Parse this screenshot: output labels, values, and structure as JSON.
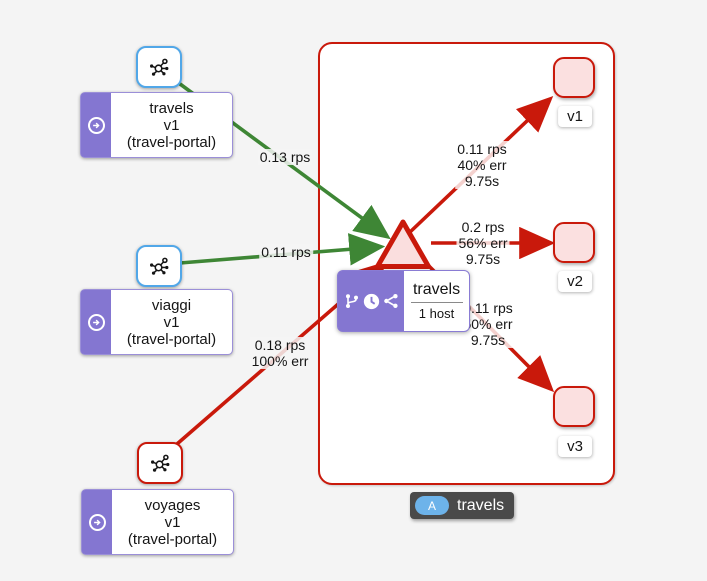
{
  "colors": {
    "background": "#f4f4f4",
    "healthy_edge_green": "#3e8635",
    "error_edge_red": "#c9190b",
    "error_node_fill_pink": "#fbe0e0",
    "app_purple": "#8476d1",
    "workload_border_blue": "#51a7e8",
    "badge_blue": "#6db3ea"
  },
  "apps": [
    {
      "name": "travels",
      "version": "v1",
      "namespace": "(travel-portal)"
    },
    {
      "name": "viaggi",
      "version": "v1",
      "namespace": "(travel-portal)"
    },
    {
      "name": "voyages",
      "version": "v1",
      "namespace": "(travel-portal)"
    }
  ],
  "service": {
    "name": "travels",
    "hosts": "1 host"
  },
  "workload_versions": [
    {
      "label": "v1"
    },
    {
      "label": "v2"
    },
    {
      "label": "v3"
    }
  ],
  "edges": [
    {
      "lines": [
        "0.13 rps"
      ]
    },
    {
      "lines": [
        "0.11 rps"
      ]
    },
    {
      "lines": [
        "0.18 rps",
        "100% err"
      ]
    },
    {
      "lines": [
        "0.11 rps",
        "40% err",
        "9.75s"
      ]
    },
    {
      "lines": [
        "0.2 rps",
        "56% err",
        "9.75s"
      ]
    },
    {
      "lines": [
        "0.11 rps",
        "50% err",
        "9.75s"
      ]
    }
  ],
  "app_box_badge": {
    "letter": "A",
    "label": "travels"
  },
  "icons": {
    "workload_entry": "molecule-icon",
    "app_strip": "arrow-circle-right-icon",
    "service_badges": [
      "code-branch-icon",
      "clock-icon",
      "share-nodes-icon"
    ]
  }
}
